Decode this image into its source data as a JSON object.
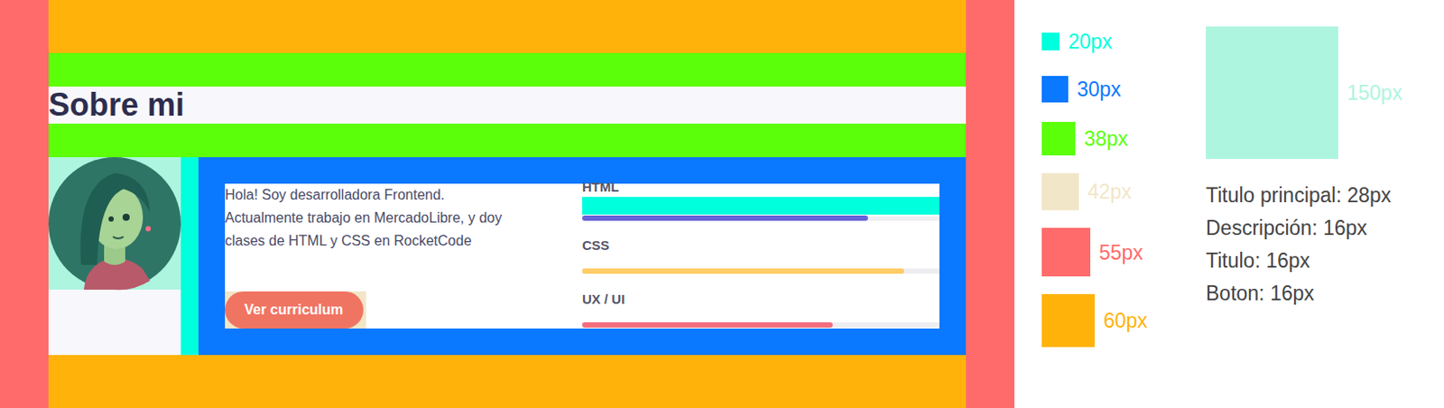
{
  "diagram": {
    "nodes": [
      {
        "text": [
          "Sobre mi"
        ]
      },
      {
        "text": [
          "Ver curriculum"
        ]
      }
    ],
    "labels": [
      "Hola! Soy desarrolladora Frontend. Actualmente trabajo en MercadoLibre, y doy clases de HTML y CSS en RocketCode",
      "HTML",
      "CSS",
      "UX / UI",
      "Titulo principal: 28px",
      "Descripción: 16px",
      "Titulo: 16px",
      "Boton: 16px"
    ],
    "legend": [
      {
        "text": "20px",
        "color": "#00ffdd"
      },
      {
        "text": "30px",
        "color": "#0a78ff"
      },
      {
        "text": "38px",
        "color": "#5cff0a"
      },
      {
        "text": "42px",
        "color": "#f2e6c8"
      },
      {
        "text": "55px",
        "color": "#ff6b6b"
      },
      {
        "text": "60px",
        "color": "#ffb30a"
      },
      {
        "text": "150px",
        "color": "#aef5df"
      }
    ]
  }
}
